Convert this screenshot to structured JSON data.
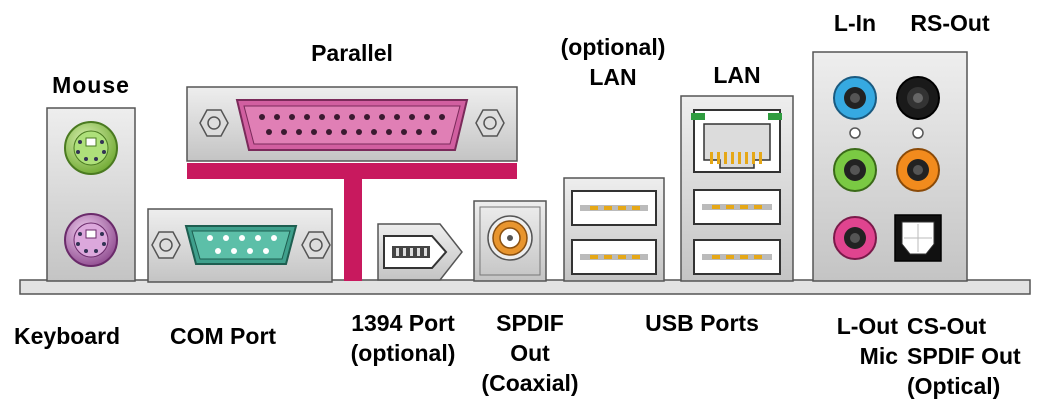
{
  "labels": {
    "mouse": "Mouse",
    "parallel": "Parallel",
    "optional_lan_1": "(optional)",
    "optional_lan_2": "LAN",
    "lan": "LAN",
    "l_in": "L-In",
    "rs_out": "RS-Out",
    "keyboard": "Keyboard",
    "com_port": "COM Port",
    "port1394_1": "1394 Port",
    "port1394_2": "(optional)",
    "spdif_1": "SPDIF",
    "spdif_2": "Out",
    "spdif_3": "(Coaxial)",
    "usb_ports": "USB Ports",
    "l_out": "L-Out",
    "mic": "Mic",
    "cs_out": "CS-Out",
    "spdif_out_1": "SPDIF Out",
    "spdif_out_2": "(Optical)"
  },
  "colors": {
    "mouse_port": "#8cc63f",
    "keyboard_port": "#b86bb8",
    "parallel_port": "#d15fa0",
    "parallel_bracket": "#c8195e",
    "com_port": "#3fa08c",
    "coax_spdif": "#e8952e",
    "audio_l_in": "#36a9e1",
    "audio_rs_out": "#1a1a1a",
    "audio_l_out": "#7ac943",
    "audio_cs_out": "#f28b1d",
    "audio_mic": "#e0448f",
    "lan_led": "#2f9c3f",
    "lan_contacts": "#e6a817",
    "usb_contacts": "#e6a817",
    "panel_metal": "#d4d4d4"
  }
}
